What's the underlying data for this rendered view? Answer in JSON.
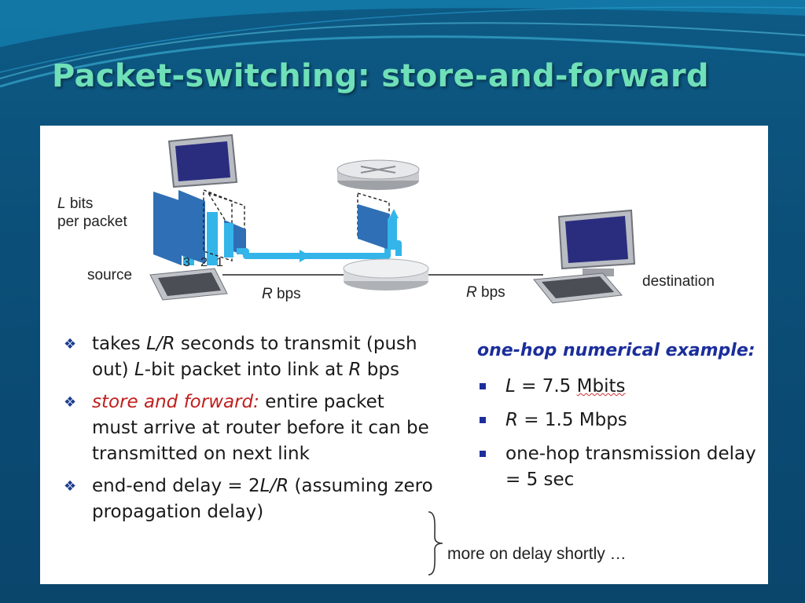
{
  "slide": {
    "title": "Packet-switching: store-and-forward"
  },
  "diagram": {
    "bits_label_italic": "L",
    "bits_label_rest": " bits",
    "bits_label_line2": "per packet",
    "packet_numbers": [
      "3",
      "2",
      "1"
    ],
    "source_label": "source",
    "destination_label": "destination",
    "link1_rate_italic": "R",
    "link1_rate_rest": " bps",
    "link2_rate_italic": "R",
    "link2_rate_rest": " bps"
  },
  "bullets": [
    {
      "parts": [
        {
          "t": "takes "
        },
        {
          "t": "L/R",
          "i": true
        },
        {
          "t": " seconds to transmit (push out) "
        },
        {
          "t": "L",
          "i": true
        },
        {
          "t": "-bit packet into link at "
        },
        {
          "t": "R",
          "i": true
        },
        {
          "t": " bps"
        }
      ]
    },
    {
      "parts": [
        {
          "t": "store and forward:",
          "red": true
        },
        {
          "t": " entire packet must  arrive at router before it can be transmitted on next link"
        }
      ]
    },
    {
      "parts": [
        {
          "t": "end-end delay = 2"
        },
        {
          "t": "L/R",
          "i": true
        },
        {
          "t": " (assuming zero propagation delay)"
        }
      ]
    }
  ],
  "example": {
    "title": "one-hop numerical example:",
    "items": [
      {
        "parts": [
          {
            "t": "L",
            "i": true
          },
          {
            "t": " = 7.5 "
          },
          {
            "t": "Mbits",
            "sq": true
          }
        ]
      },
      {
        "parts": [
          {
            "t": "R",
            "i": true
          },
          {
            "t": " = 1.5 Mbps"
          }
        ]
      },
      {
        "parts": [
          {
            "t": "one-hop transmission delay = 5 sec"
          }
        ]
      }
    ]
  },
  "note": "more on delay shortly …",
  "colors": {
    "title": "#6fe0b8",
    "highlight_red": "#c0201e",
    "example_blue": "#1b2e9c",
    "link_cyan": "#33b5ea",
    "packet_blue": "#2f6fb5"
  },
  "icons": {
    "bullet": "diamond-cluster-icon",
    "host": "desktop-computer-icon",
    "router": "router-icon"
  }
}
